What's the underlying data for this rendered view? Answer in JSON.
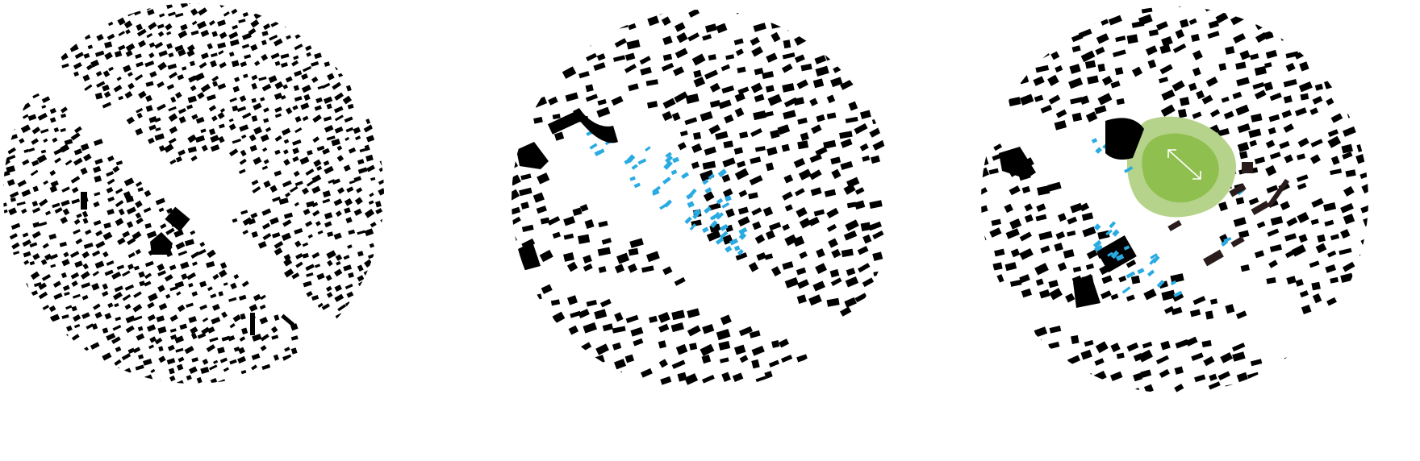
{
  "figure": {
    "description_panels": [
      "existing-fabric",
      "proposed-blocks",
      "proposed-park"
    ],
    "colors": {
      "building": "#000000",
      "background": "#ffffff",
      "new_building": "#29abe2",
      "park_outer": "#b5d38a",
      "park_inner": "#8fbf4e",
      "existing_dark": "#2a1c1c",
      "arrow": "#ffffff"
    },
    "icons": [
      "double-arrow-icon"
    ]
  }
}
